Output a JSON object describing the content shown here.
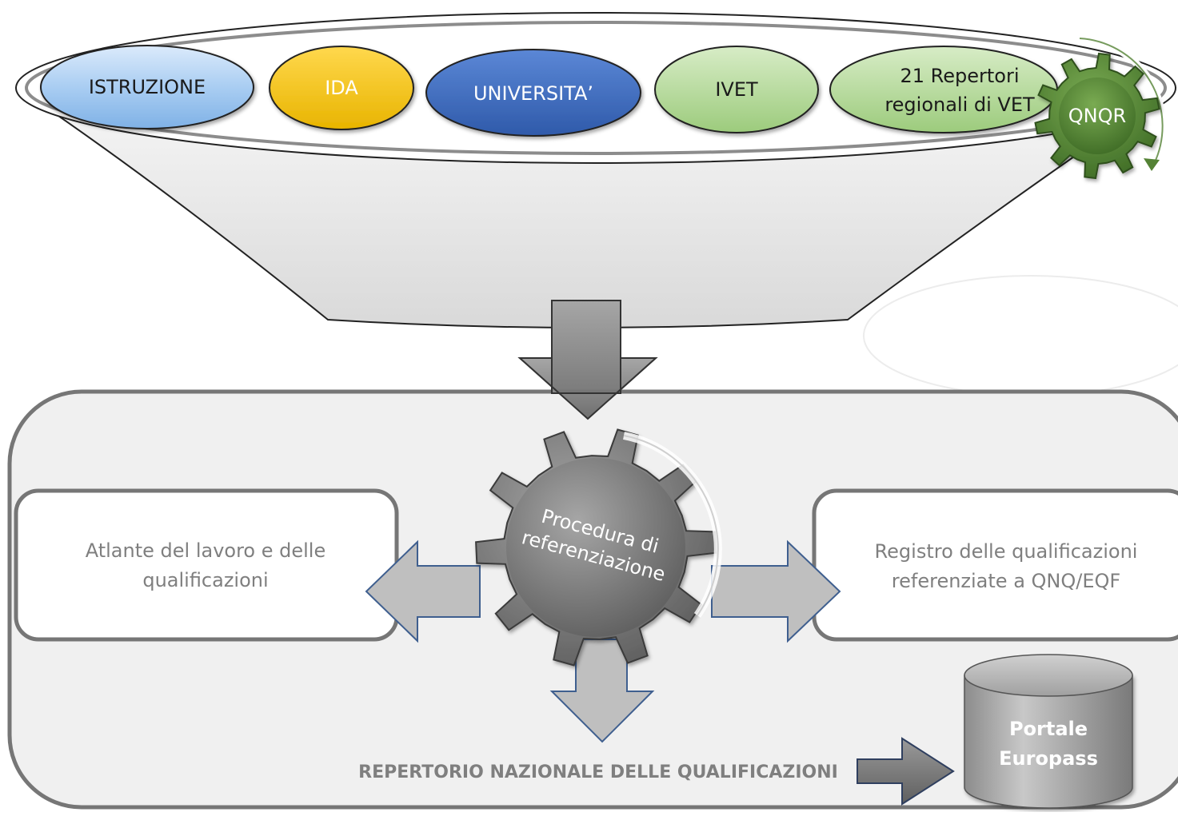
{
  "funnel": {
    "sources": [
      {
        "label": "ISTRUZIONE",
        "color": "#a9cdf2",
        "text_color": "#1a1a1a"
      },
      {
        "label": "IDA",
        "color": "#f2c100",
        "text_color": "#ffffff"
      },
      {
        "label": "UNIVERSITA’",
        "color": "#4472c4",
        "text_color": "#ffffff"
      },
      {
        "label": "IVET",
        "color": "#a9d08e",
        "text_color": "#1a1a1a"
      },
      {
        "label_lines": [
          "21 Repertori",
          "regionali di VET"
        ],
        "color": "#a9d08e",
        "text_color": "#1a1a1a"
      }
    ],
    "qnqr_gear": {
      "label": "QNQR",
      "color": "#548235"
    }
  },
  "procedure_gear": {
    "label_lines": [
      "Procedura di",
      "referenziazione"
    ],
    "color": "#7f7f7f"
  },
  "left_box": {
    "lines": [
      "Atlante del lavoro e delle",
      "qualificazioni"
    ]
  },
  "right_box": {
    "lines": [
      "Registro delle qualificazioni",
      "referenziate a QNQ/EQF"
    ]
  },
  "bottom_label": "REPERTORIO NAZIONALE DELLE QUALIFICAZIONI",
  "database": {
    "lines": [
      "Portale",
      "Europass"
    ]
  },
  "colors": {
    "panel_fill": "#f0f0f0",
    "panel_border": "#767676",
    "arrow_fill": "#bfbfbf",
    "arrow_border": "#3f5f8f",
    "text_grey": "#7f7f7f"
  }
}
